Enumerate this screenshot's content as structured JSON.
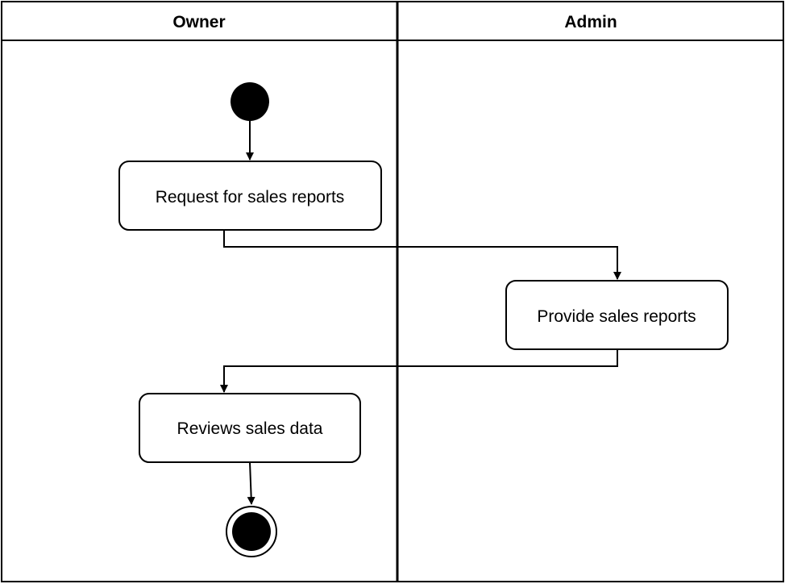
{
  "lanes": [
    {
      "id": "owner",
      "label": "Owner"
    },
    {
      "id": "admin",
      "label": "Admin"
    }
  ],
  "nodes": {
    "start": {
      "kind": "initial",
      "lane": "owner"
    },
    "request": {
      "kind": "action",
      "lane": "owner",
      "label": "Request for sales reports"
    },
    "provide": {
      "kind": "action",
      "lane": "admin",
      "label": "Provide sales reports"
    },
    "review": {
      "kind": "action",
      "lane": "owner",
      "label": "Reviews sales data"
    },
    "end": {
      "kind": "final",
      "lane": "owner"
    }
  },
  "flows": [
    {
      "from": "start",
      "to": "request"
    },
    {
      "from": "request",
      "to": "provide"
    },
    {
      "from": "provide",
      "to": "review"
    },
    {
      "from": "review",
      "to": "end"
    }
  ],
  "colors": {
    "line": "#000000",
    "fill": "#ffffff",
    "node": "#000000"
  }
}
